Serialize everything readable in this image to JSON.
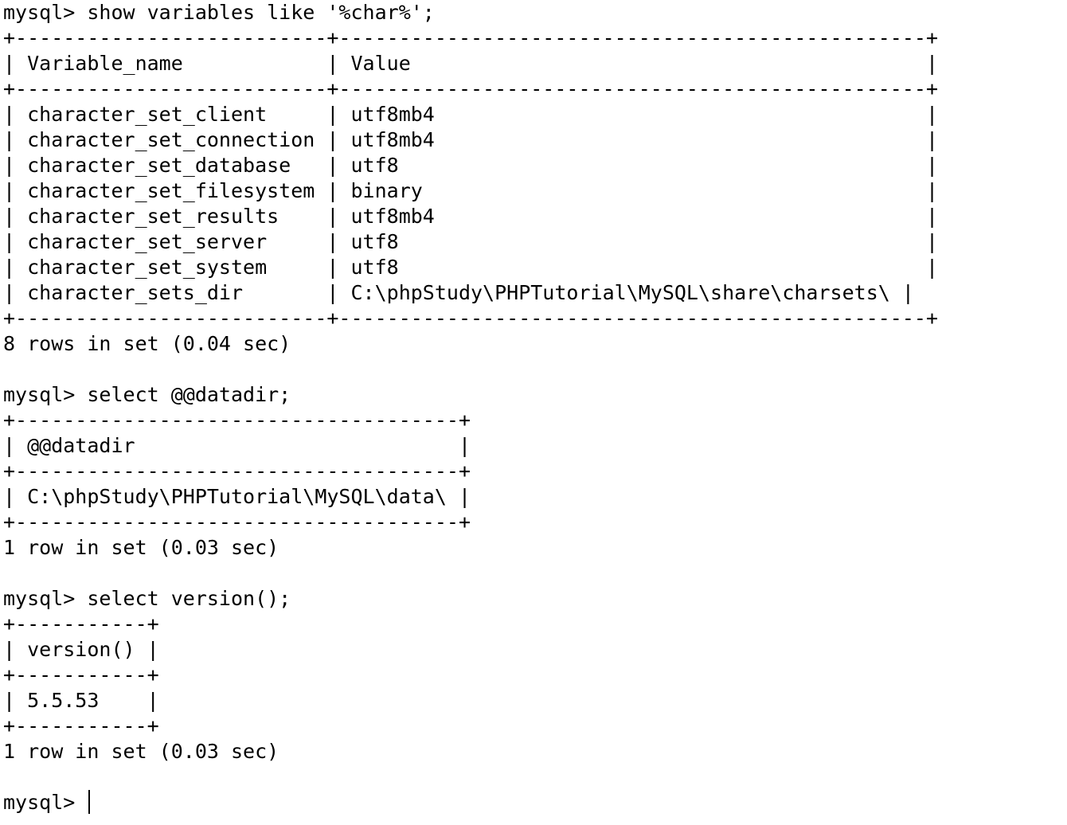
{
  "terminal": {
    "blocks": [
      {
        "prompt": "mysql> ",
        "command": "show variables like '%char%';",
        "table": [
          "+--------------------------+-------------------------------------------------+",
          "| Variable_name            | Value                                           |",
          "+--------------------------+-------------------------------------------------+",
          "| character_set_client     | utf8mb4                                         |",
          "| character_set_connection | utf8mb4                                         |",
          "| character_set_database   | utf8                                            |",
          "| character_set_filesystem | binary                                          |",
          "| character_set_results    | utf8mb4                                         |",
          "| character_set_server     | utf8                                            |",
          "| character_set_system     | utf8                                            |",
          "| character_sets_dir       | C:\\phpStudy\\PHPTutorial\\MySQL\\share\\charsets\\ |",
          "+--------------------------+-------------------------------------------------+"
        ],
        "result": "8 rows in set (0.04 sec)"
      },
      {
        "prompt": "mysql> ",
        "command": "select @@datadir;",
        "table": [
          "+-------------------------------------+",
          "| @@datadir                           |",
          "+-------------------------------------+",
          "| C:\\phpStudy\\PHPTutorial\\MySQL\\data\\ |",
          "+-------------------------------------+"
        ],
        "result": "1 row in set (0.03 sec)"
      },
      {
        "prompt": "mysql> ",
        "command": "select version();",
        "table": [
          "+-----------+",
          "| version() |",
          "+-----------+",
          "| 5.5.53    |",
          "+-----------+"
        ],
        "result": "1 row in set (0.03 sec)"
      }
    ],
    "final_prompt": "mysql> "
  }
}
